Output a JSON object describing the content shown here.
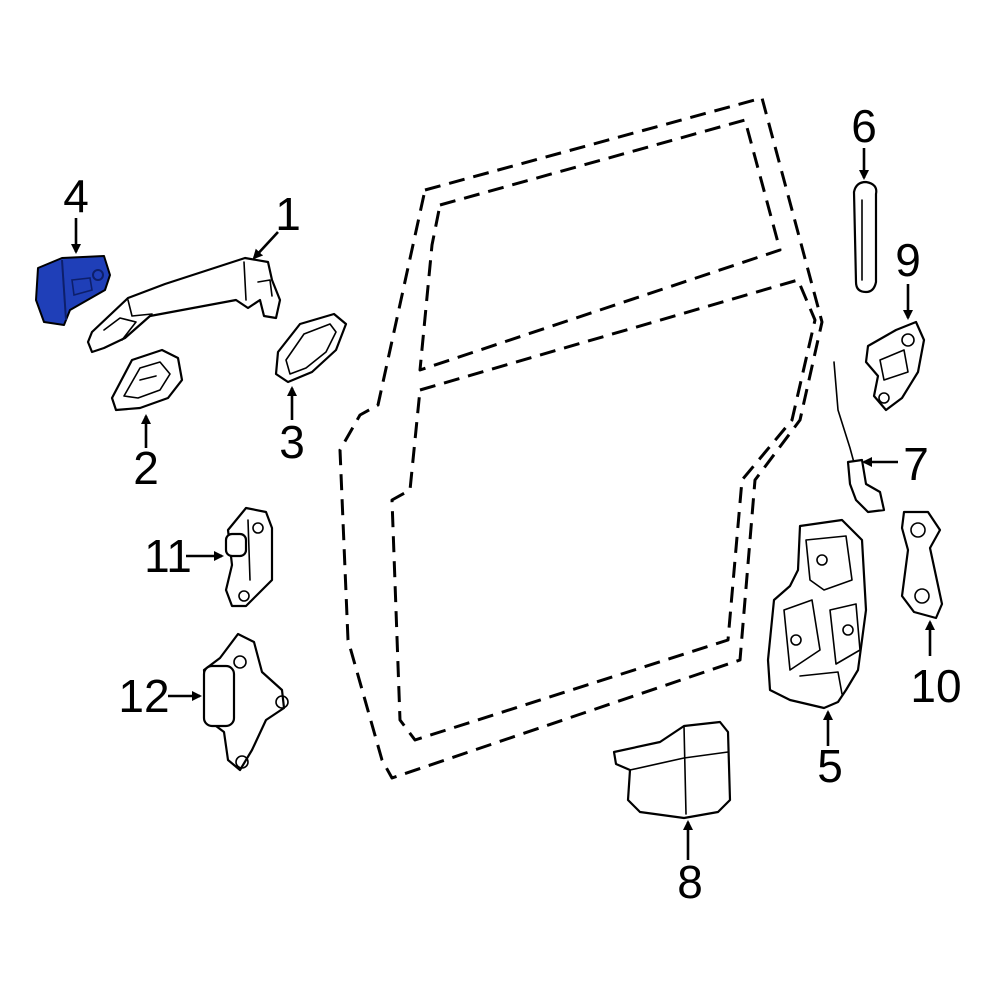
{
  "highlight_color": "#1f3fb8",
  "highlighted_part": "4",
  "callouts": [
    {
      "id": "1",
      "label": "1"
    },
    {
      "id": "2",
      "label": "2"
    },
    {
      "id": "3",
      "label": "3"
    },
    {
      "id": "4",
      "label": "4"
    },
    {
      "id": "5",
      "label": "5"
    },
    {
      "id": "6",
      "label": "6"
    },
    {
      "id": "7",
      "label": "7"
    },
    {
      "id": "8",
      "label": "8"
    },
    {
      "id": "9",
      "label": "9"
    },
    {
      "id": "10",
      "label": "10"
    },
    {
      "id": "11",
      "label": "11"
    },
    {
      "id": "12",
      "label": "12"
    }
  ]
}
